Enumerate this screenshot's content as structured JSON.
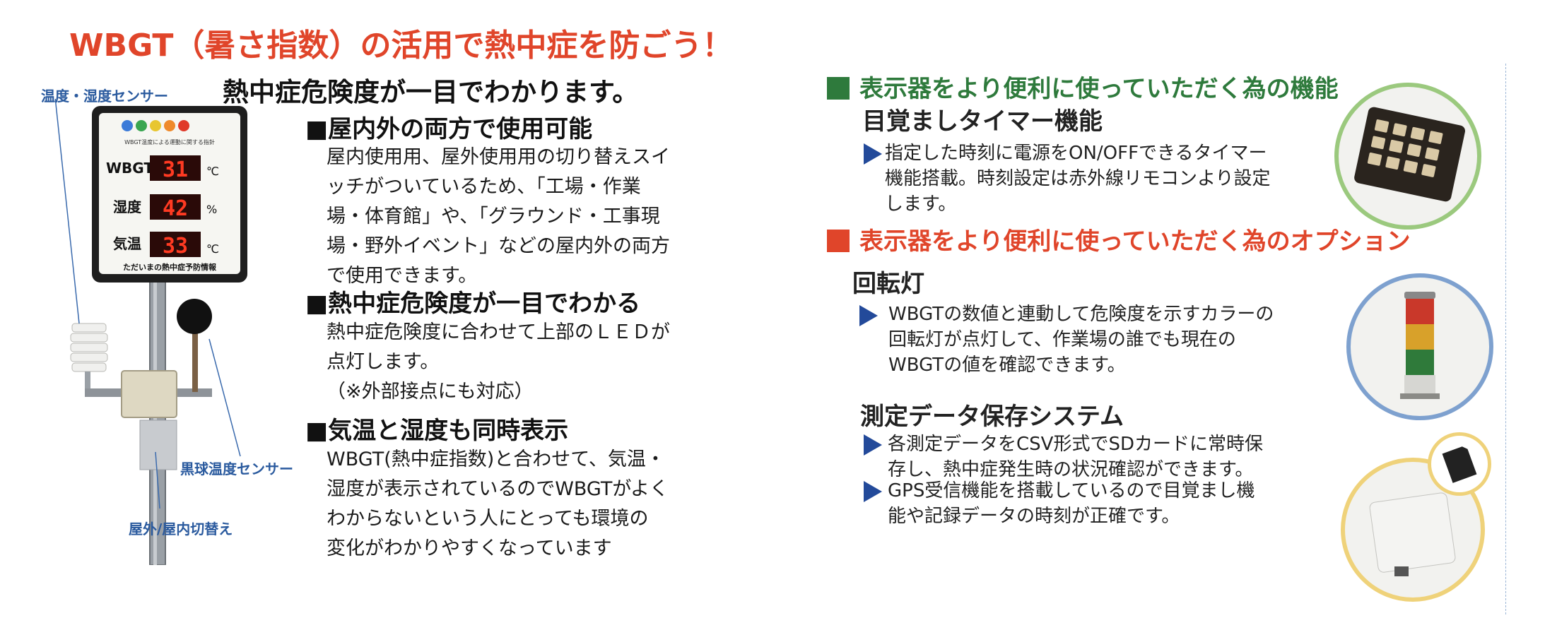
{
  "left": {
    "title_part1": "WBGT（暑さ指数）",
    "title_part2": "の活用で熱中症を防ごう！",
    "subtitle": "熱中症危険度が一目でわかります。",
    "callouts": {
      "temp_humidity_sensor": "温度・湿度センサー",
      "black_globe_sensor": "黒球温度センサー",
      "switch": "屋外/屋内切替え"
    },
    "display": {
      "label_wbgt": "WBGT",
      "label_humidity": "湿度",
      "label_temp": "気温",
      "unit_c": "℃",
      "unit_pct": "%",
      "value_wbgt": "31",
      "value_humidity": "42",
      "value_temp": "33",
      "bottom_text": "ただいまの熱中症予防情報",
      "top_text": "WBGT温度による運動に関する指針"
    },
    "sections": [
      {
        "heading": "■屋内外の両方で使用可能",
        "body": "屋内使用用、屋外使用用の切り替えスイ\nッチがついているため、「工場・作業\n場・体育館」や、「グラウンド・工事現\n場・野外イベント」などの屋内外の両方\nで使用できます。"
      },
      {
        "heading": "■熱中症危険度が一目でわかる",
        "body": "熱中症危険度に合わせて上部のＬＥＤが\n点灯します。\n（※外部接点にも対応）"
      },
      {
        "heading": "■気温と湿度も同時表示",
        "body": "WBGT(熱中症指数)と合わせて、気温・\n湿度が表示されているのでWBGTがよく\nわからないという人にとっても環境の\n変化がわかりやすくなっています"
      }
    ]
  },
  "right": {
    "functions_heading": "表示器をより便利に使っていただく為の機能",
    "timer_title": "目覚ましタイマー機能",
    "timer_body": "指定した時刻に電源をON/OFFできるタイマー\n機能搭載。時刻設定は赤外線リモコンより設定\nします。",
    "options_heading": "表示器をより便利に使っていただく為のオプション",
    "beacon_title": "回転灯",
    "beacon_body": "WBGTの数値と連動して危険度を示すカラーの\n回転灯が点灯して、作業場の誰でも現在の\nWBGTの値を確認できます。",
    "storage_title": "測定データ保存システム",
    "storage_bullet1": "各測定データをCSV形式でSDカードに常時保\n存し、熱中症発生時の状況確認ができます。",
    "storage_bullet2": "GPS受信機能を搭載しているので目覚まし機\n能や記録データの時刻が正確です。"
  },
  "colors": {
    "red": "#e0452a",
    "green": "#2e7a3c",
    "blue": "#234a9a",
    "callout_blue": "#2a5a9e"
  },
  "icons": [
    "arrow-right-icon",
    "green-square-icon",
    "red-square-icon"
  ]
}
